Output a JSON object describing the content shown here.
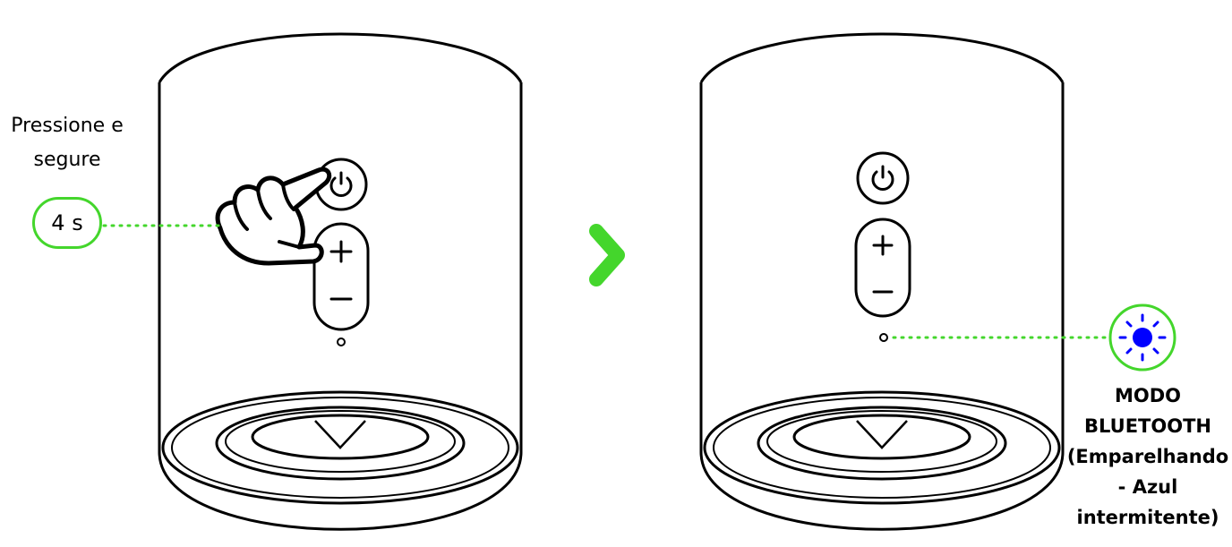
{
  "left_panel": {
    "instruction_line1": "Pressione e",
    "instruction_line2": "segure",
    "hold_duration": "4 s"
  },
  "right_panel": {
    "status_lines": [
      "MODO",
      "BLUETOOTH",
      "(Emparelhando",
      "- Azul",
      "intermitente)"
    ]
  },
  "icons": {
    "power": "power-icon",
    "volume_up": "plus-icon",
    "volume_down": "minus-icon",
    "hand": "pointing-hand-icon",
    "next": "chevron-right-icon",
    "led": "blue-light-icon"
  },
  "colors": {
    "accent_green": "#44d62c",
    "led_blue": "#0000ff",
    "line": "#000000"
  }
}
